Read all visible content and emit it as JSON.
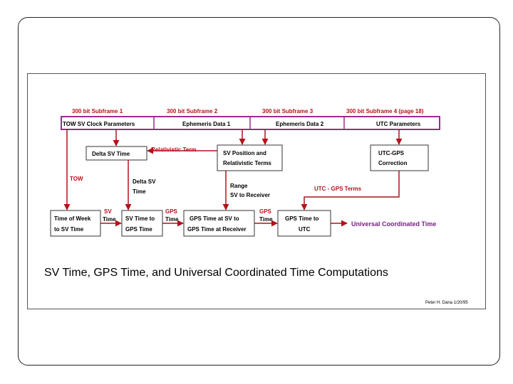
{
  "subframes": [
    "300 bit Subframe 1",
    "300 bit Subframe 2",
    "300 bit Subframe 3",
    "300 bit Subframe 4 (page 18)"
  ],
  "top_bar": [
    "TOW   SV Clock Parameters",
    "Ephemeris Data 1",
    "Ephemeris Data 2",
    "UTC Parameters"
  ],
  "boxes": {
    "delta_sv_time": "Delta SV Time",
    "sv_position_1": "SV Position and",
    "sv_position_2": "Relativistic Terms",
    "utc_gps_1": "UTC-GPS",
    "utc_gps_2": "Correction",
    "tow_1": "Time of Week",
    "tow_2": "to SV Time",
    "sv_to_gps_1": "SV Time to",
    "sv_to_gps_2": "GPS Time",
    "gps_at_sv_1": "GPS Time at SV to",
    "gps_at_sv_2": "GPS Time at Receiver",
    "gps_to_utc_1": "GPS Time to",
    "gps_to_utc_2": "UTC"
  },
  "labels": {
    "relativistic_term": "Relativistic Term",
    "tow": "TOW",
    "delta_sv_1": "Delta SV",
    "delta_sv_2": "Time",
    "range_1": "Range",
    "range_2": "SV to Receiver",
    "utc_gps_terms": "UTC - GPS Terms",
    "sv_1": "SV",
    "sv_2": "Time",
    "gps_1": "GPS",
    "gps_2": "Time",
    "gps_b_1": "GPS",
    "gps_b_2": "Time"
  },
  "output_label": "Universal Coordinated Time",
  "title": "SV Time, GPS Time,  and Universal Coordinated Time Computations",
  "credit": "Peter H. Dana 1/20/95",
  "colors": {
    "arrow": "#b4111a",
    "bar": "#9a2c8c",
    "text": "#000000"
  }
}
